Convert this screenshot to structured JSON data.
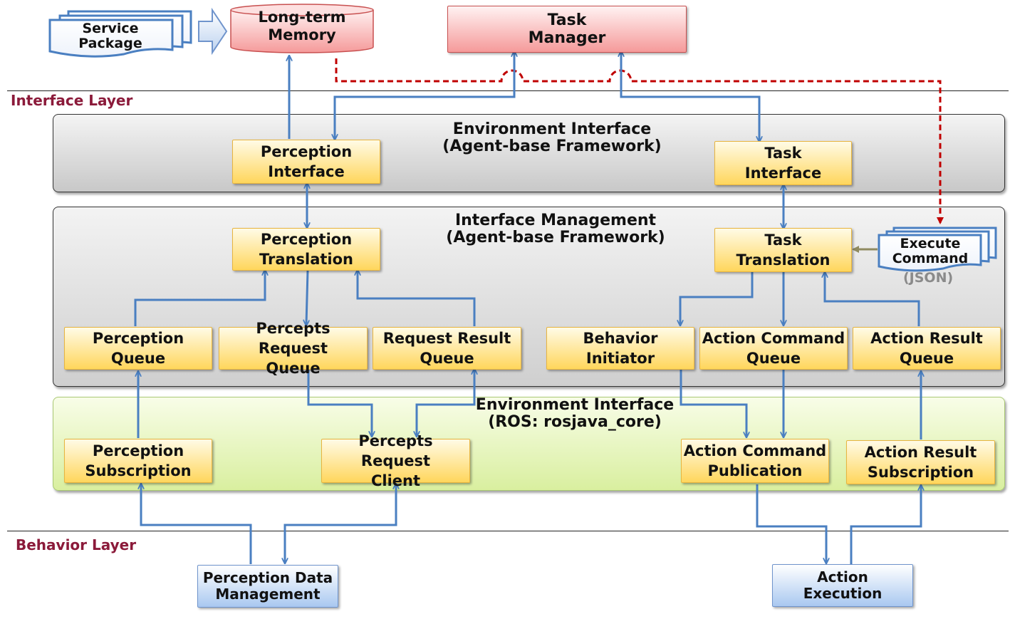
{
  "layers": {
    "interface": "Interface Layer",
    "behavior": "Behavior Layer"
  },
  "top": {
    "service_package": "Service\nPackage",
    "long_term_memory": "Long-term\nMemory",
    "task_manager": "Task\nManager"
  },
  "panels": {
    "env_agent": "Environment Interface\n(Agent-base Framework)",
    "mgmt": "Interface Management\n(Agent-base Framework)",
    "env_ros": "Environment Interface\n(ROS: rosjava_core)"
  },
  "boxes": {
    "perception_interface": "Perception\nInterface",
    "task_interface": "Task\nInterface",
    "perception_translation": "Perception\nTranslation",
    "task_translation": "Task\nTranslation",
    "execute_command": "Execute\nCommand",
    "json": "(JSON)",
    "perception_queue": "Perception\nQueue",
    "percepts_request_queue": "Percepts Request\nQueue",
    "request_result_queue": "Request Result\nQueue",
    "behavior_initiator": "Behavior\nInitiator",
    "action_command_queue": "Action Command\nQueue",
    "action_result_queue": "Action Result\nQueue",
    "perception_subscription": "Perception\nSubscription",
    "percepts_request_client": "Percepts Request\nClient",
    "action_command_publication": "Action Command\nPublication",
    "action_result_subscription": "Action Result\nSubscription",
    "perception_data_management": "Perception Data\nManagement",
    "action_execution": "Action\nExecution"
  }
}
